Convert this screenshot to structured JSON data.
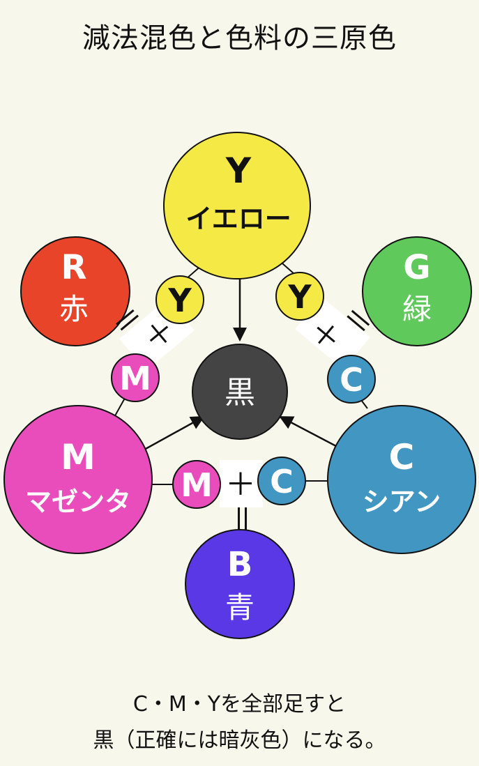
{
  "title": "減法混色と色料の三原色",
  "caption": {
    "line1": "C・M・Yを全部足すと",
    "line2": "黒（正確には暗灰色）になる。"
  },
  "primaries": {
    "yellow": {
      "letter": "Y",
      "name": "イエロー",
      "color": "#f5ea45"
    },
    "magenta": {
      "letter": "M",
      "name": "マゼンタ",
      "color": "#e94cbb"
    },
    "cyan": {
      "letter": "C",
      "name": "シアン",
      "color": "#4296c2"
    }
  },
  "mixes": {
    "red": {
      "letter": "R",
      "name": "赤",
      "color": "#e8442a"
    },
    "green": {
      "letter": "G",
      "name": "緑",
      "color": "#5fc95c"
    },
    "blue": {
      "letter": "B",
      "name": "青",
      "color": "#5a38e6"
    }
  },
  "center": {
    "name": "黒",
    "color": "#444444"
  },
  "small": {
    "y": "Y",
    "m": "M",
    "c": "C"
  },
  "symbols": {
    "plus": "＋",
    "equals": "＝"
  }
}
